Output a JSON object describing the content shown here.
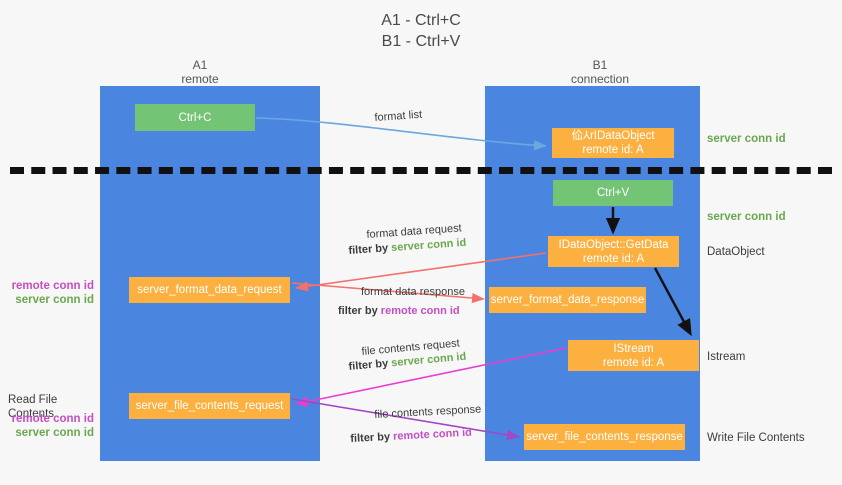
{
  "title": {
    "line1": "A1 - Ctrl+C",
    "line2": "B1 - Ctrl+V"
  },
  "lanes": [
    {
      "name": "A1",
      "sub": "remote"
    },
    {
      "name": "B1",
      "sub": "connection"
    }
  ],
  "boxes": {
    "ctrl_c": "Ctrl+C",
    "ctrl_v": "Ctrl+V",
    "idataobject_title": "佡⅄rIDataObject",
    "idataobject_sub": "remote id: A",
    "getdata_title": "IDataObject::GetData",
    "getdata_sub": "remote id: A",
    "istream_title": "IStream",
    "istream_sub": "remote id: A",
    "server_format_data_request": "server_format_data_request",
    "server_format_data_response": "server_format_data_response",
    "server_file_contents_request": "server_file_contents_request",
    "server_file_contents_response": "server_file_contents_response"
  },
  "arrow_labels": {
    "format_list": "format list",
    "format_data_request": "format data request",
    "format_data_request_filter_prefix": "filter by ",
    "format_data_request_filter_key": "server conn id",
    "format_data_response": "format data response",
    "format_data_response_filter_prefix": "filter by ",
    "format_data_response_filter_key": "remote conn id",
    "file_contents_request": "file contents request",
    "file_contents_request_filter_prefix": "filter by ",
    "file_contents_request_filter_key": "server conn id",
    "file_contents_response": "file contents response",
    "file_contents_response_filter_prefix": "filter by ",
    "file_contents_response_filter_key": "remote conn id"
  },
  "annotations": {
    "server_conn_id_top": "server conn id",
    "server_conn_id_mid": "server conn id",
    "dataobject": "DataObject",
    "istream": "Istream",
    "write_file_contents": "Write File Contents",
    "read_file_contents": "Read File Contents",
    "remote_conn_id_a": "remote conn id",
    "server_conn_id_a": "server conn id",
    "remote_conn_id_b": "remote conn id",
    "server_conn_id_b": "server conn id"
  },
  "colors": {
    "lane": "#4a86e0",
    "green_box": "#74c476",
    "orange_box": "#fbb040",
    "green_text": "#6aa84f",
    "purple_text": "#c44ec4",
    "arrow_blue": "#6aa9dd",
    "arrow_salmon": "#f4706a",
    "arrow_magenta": "#e83fd0",
    "arrow_purple": "#a347c4",
    "arrow_black": "#111111",
    "background": "#f7f7f7"
  }
}
